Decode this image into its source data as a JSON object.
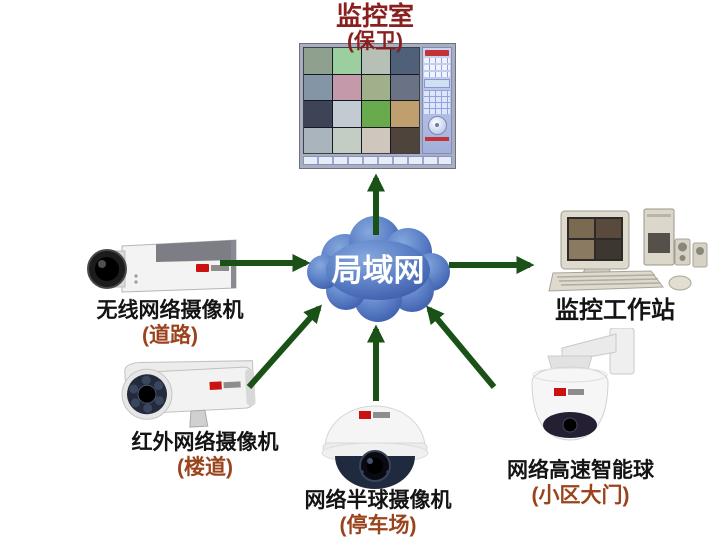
{
  "title": {
    "line1": "监控室",
    "line2": "(保卫)"
  },
  "cloud": {
    "label": "局域网"
  },
  "devices": {
    "wireless": {
      "label": "无线网络摄像机",
      "sublabel": "(道路)"
    },
    "infrared": {
      "label": "红外网络摄像机",
      "sublabel": "(楼道)"
    },
    "dome": {
      "label": "网络半球摄像机",
      "sublabel": "(停车场)"
    },
    "speeddome": {
      "label": "网络高速智能球",
      "sublabel": "(小区大门)"
    },
    "workstation": {
      "label": "监控工作站"
    }
  },
  "monitor": {
    "tiles": [
      "#8fa08f",
      "#9ccfa0",
      "#b7c0b7",
      "#4f6078",
      "#8495a6",
      "#c49aab",
      "#9fb08a",
      "#6a7285",
      "#3c4456",
      "#c2cad2",
      "#69aa4d",
      "#bf9f6e",
      "#aab4bd",
      "#c3cdc3",
      "#cfc6bd",
      "#4e443c"
    ]
  },
  "workstation_screen": {
    "tiles": [
      "#7a6a52",
      "#5a4a3e",
      "#8a7a62",
      "#3e3630"
    ]
  },
  "colors": {
    "arrow": "#1a5116",
    "title": "#8a1f1f",
    "label": "#141414",
    "sublabel": "#9a431c",
    "cloud_light": "#85a8dd",
    "cloud_mid": "#5b7fc6",
    "cloud_dark": "#3c59a8",
    "logo": "#cc1111"
  }
}
